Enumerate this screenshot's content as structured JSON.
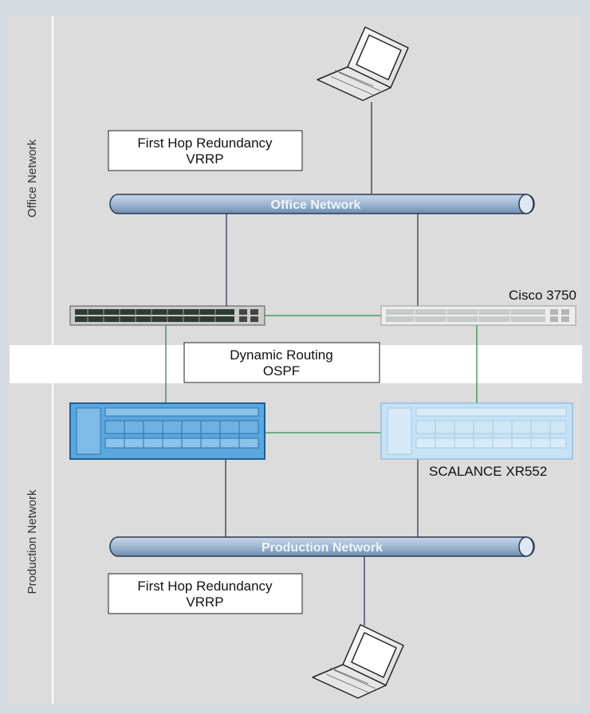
{
  "zones": {
    "office_label": "Office Network",
    "production_label": "Production Network"
  },
  "boxes": {
    "office_fhr": {
      "line1": "First Hop Redundancy",
      "line2": "VRRP"
    },
    "dynamic_routing": {
      "line1": "Dynamic Routing",
      "line2": "OSPF"
    },
    "production_fhr": {
      "line1": "First Hop Redundancy",
      "line2": "VRRP"
    }
  },
  "buses": {
    "office": "Office Network",
    "production": "Production Network"
  },
  "devices": {
    "cisco_label": "Cisco 3750",
    "scalance_label": "SCALANCE XR552"
  },
  "colors": {
    "frame": "#d6dbe1",
    "zone_fill": "#dcdcdc",
    "bus_fill": "#a9bfd8",
    "bus_stroke": "#2b3a52",
    "link_office": "#4a4a6a",
    "link_green": "#4a9a6a",
    "scalance_active": "#5aa7de",
    "scalance_standby": "#c7e2f4"
  }
}
